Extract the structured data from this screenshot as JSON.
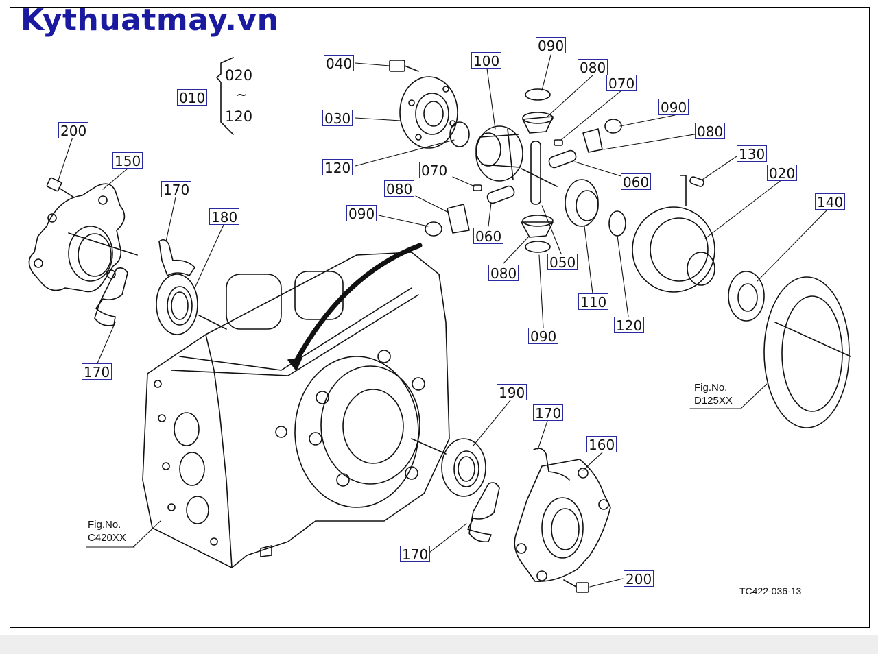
{
  "site_title": "Kythuatmay.vn",
  "range_group": {
    "key": "010",
    "from": "020",
    "tilde": "~",
    "to": "120"
  },
  "callouts": {
    "c200_top": "200",
    "c150": "150",
    "c170_top": "170",
    "c180": "180",
    "c170_left": "170",
    "c040": "040",
    "c030": "030",
    "c120_top": "120",
    "c100": "100",
    "c090_top": "090",
    "c080_top": "080",
    "c070_top": "070",
    "c090_right": "090",
    "c080_right": "080",
    "c070_mid": "070",
    "c080_mid": "080",
    "c090_mid": "090",
    "c060_mid": "060",
    "c080_low": "080",
    "c050": "050",
    "c090_low": "090",
    "c060_right": "060",
    "c130": "130",
    "c020": "020",
    "c140": "140",
    "c110": "110",
    "c120_low": "120",
    "c190": "190",
    "c170_br": "170",
    "c160": "160",
    "c170_bottom": "170",
    "c200_bottom": "200"
  },
  "fig_refs": {
    "d125": {
      "line1": "Fig.No.",
      "line2": "D125XX"
    },
    "c420": {
      "line1": "Fig.No.",
      "line2": "C420XX"
    }
  },
  "drawing_code": "TC422-036-13"
}
